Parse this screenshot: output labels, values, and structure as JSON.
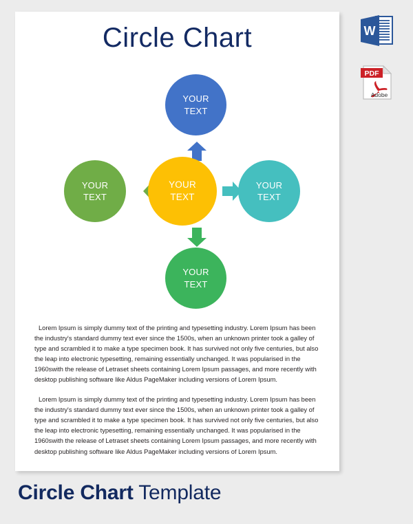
{
  "document": {
    "title": "Circle Chart",
    "diagram": {
      "nodes": [
        {
          "id": "top",
          "position": "top",
          "line1": "YOUR",
          "line2": "TEXT",
          "color": "#4273c8"
        },
        {
          "id": "left",
          "position": "left",
          "line1": "YOUR",
          "line2": "TEXT",
          "color": "#70ad47"
        },
        {
          "id": "center",
          "position": "center",
          "line1": "YOUR",
          "line2": "TEXT",
          "color": "#fdc004"
        },
        {
          "id": "right",
          "position": "right",
          "line1": "YOUR",
          "line2": "TEXT",
          "color": "#45bfbf"
        },
        {
          "id": "bottom",
          "position": "bottom",
          "line1": "YOUR",
          "line2": "TEXT",
          "color": "#3cb45c"
        }
      ],
      "arrows": [
        {
          "id": "up",
          "direction": "up",
          "color": "#4273c8"
        },
        {
          "id": "left",
          "direction": "left",
          "color": "#70ad47"
        },
        {
          "id": "right",
          "direction": "right",
          "color": "#45bfbf"
        },
        {
          "id": "down",
          "direction": "down",
          "color": "#3cb45c"
        }
      ]
    },
    "paragraphs": [
      "Lorem Ipsum is simply dummy text of the printing and typesetting industry. Lorem Ipsum has been the industry's standard dummy text ever since the 1500s, when an unknown printer took a galley of type and scrambled it to make a type specimen book. It has survived not only five centuries, but also the leap into electronic typesetting, remaining essentially unchanged. It was popularised in the 1960swith the release of Letraset sheets containing Lorem Ipsum passages, and more recently with desktop publishing software like Aldus PageMaker including versions of Lorem Ipsum.",
      "Lorem Ipsum is simply dummy text of the printing and typesetting industry. Lorem Ipsum has been the industry's standard dummy text ever since the 1500s, when an unknown printer took a galley of type and scrambled it to make a type specimen book. It has survived not only five centuries, but also the leap into electronic typesetting, remaining essentially unchanged. It was popularised in the 1960swith the release of Letraset sheets containing Lorem Ipsum passages, and more recently with desktop publishing software like Aldus PageMaker including versions of Lorem Ipsum."
    ]
  },
  "file_formats": [
    {
      "id": "word",
      "icon": "word-document-icon",
      "glyph": "W",
      "label": ""
    },
    {
      "id": "pdf",
      "icon": "pdf-document-icon",
      "glyph": "PDF",
      "label": "Adobe"
    }
  ],
  "caption": {
    "strong": "Circle Chart",
    "light": " Template",
    "color": "#12295f"
  },
  "theme": {
    "background": "#ececec",
    "page": "#ffffff",
    "title_color": "#132a63"
  }
}
